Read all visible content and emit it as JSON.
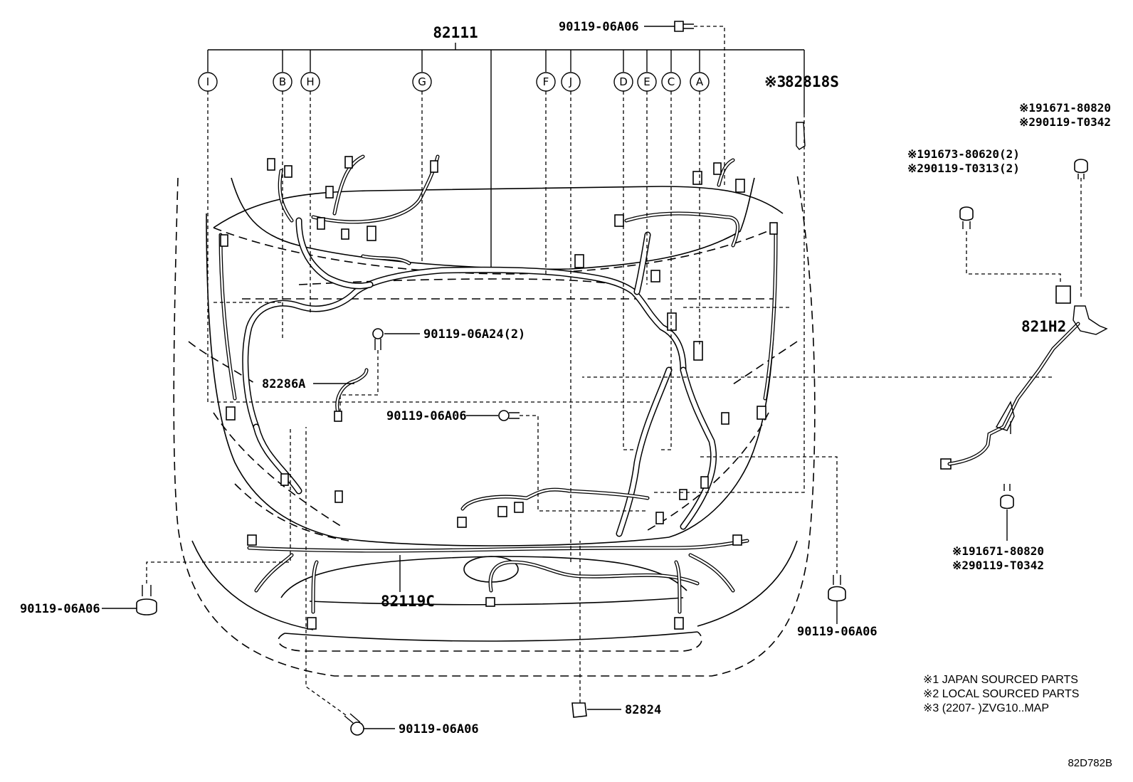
{
  "diagram_id": "82D782B",
  "main_harness": "82111",
  "bracket_harness": "82119C",
  "cable_part": "82286A",
  "relay_part": "82824",
  "sensor_part": "82818S",
  "sensor_part_prefix": "※3",
  "sensor_wire": "821H2",
  "bolt_top": "90119-06A06",
  "bolt_center": "90119-06A24(2)",
  "bolt_mid": "90119-06A06",
  "bolt_left": "90119-06A06",
  "bolt_bottom": "90119-06A06",
  "bolt_right": "90119-06A06",
  "callouts": [
    {
      "letter": "I"
    },
    {
      "letter": "B"
    },
    {
      "letter": "H"
    },
    {
      "letter": "G"
    },
    {
      "letter": "F"
    },
    {
      "letter": "J"
    },
    {
      "letter": "D"
    },
    {
      "letter": "E"
    },
    {
      "letter": "C"
    },
    {
      "letter": "A"
    }
  ],
  "part_notes": {
    "upper_right_1": "※191671-80820",
    "upper_right_2": "※290119-T0342",
    "upper_left_1": "※191673-80620(2)",
    "upper_left_2": "※290119-T0313(2)",
    "lower_1": "※191671-80820",
    "lower_2": "※290119-T0342"
  },
  "legend": {
    "line1": "※1 JAPAN SOURCED PARTS",
    "line2": "※2 LOCAL SOURCED PARTS",
    "line3": "※3 (2207-      )ZVG10..MAP"
  }
}
